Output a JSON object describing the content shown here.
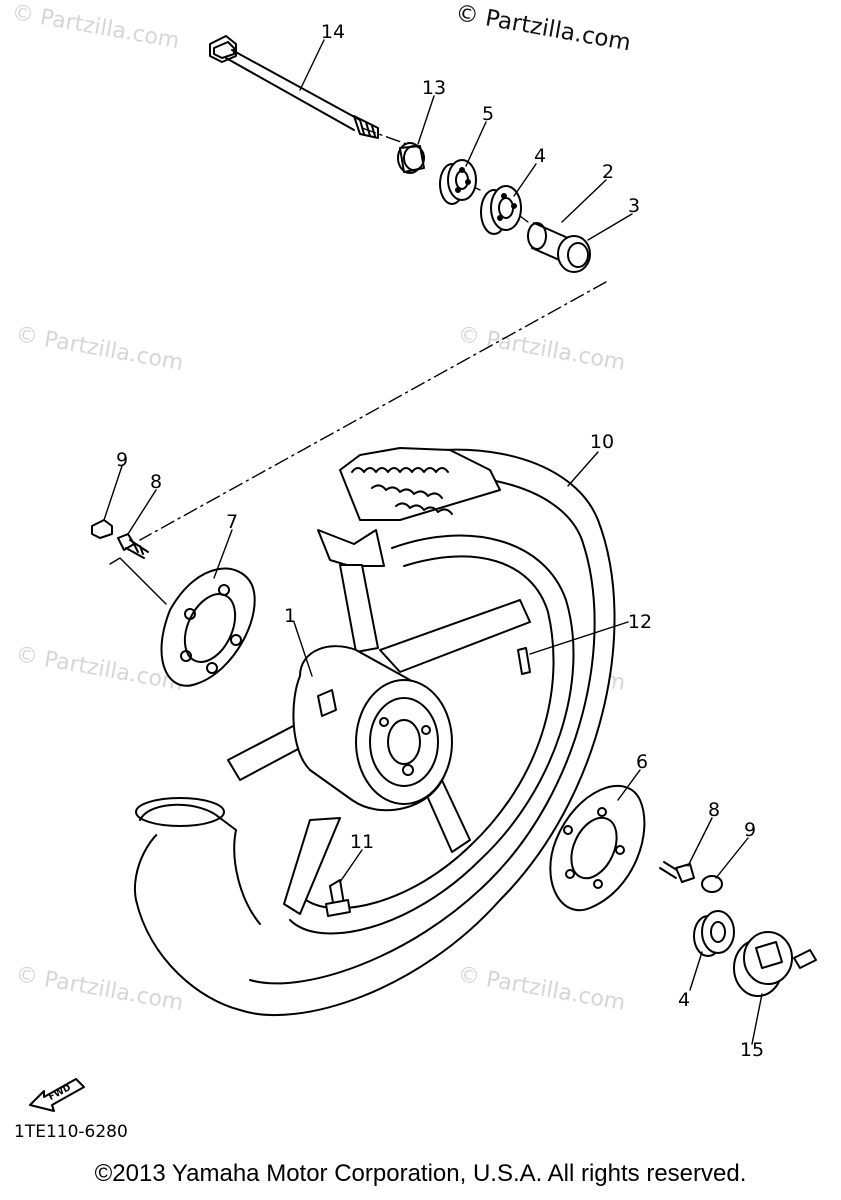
{
  "watermark": "© Partzilla.com",
  "callouts": {
    "c1": "1",
    "c2": "2",
    "c3": "3",
    "c4a": "4",
    "c4b": "4",
    "c5": "5",
    "c6": "6",
    "c7": "7",
    "c8a": "8",
    "c8b": "8",
    "c9a": "9",
    "c9b": "9",
    "c10": "10",
    "c11": "11",
    "c12": "12",
    "c13": "13",
    "c14": "14",
    "c15": "15"
  },
  "fwd_label": "FWD",
  "diagram_code": "1TE110-6280",
  "copyright": "©2013  Yamaha Motor Corporation, U.S.A. All rights reserved."
}
